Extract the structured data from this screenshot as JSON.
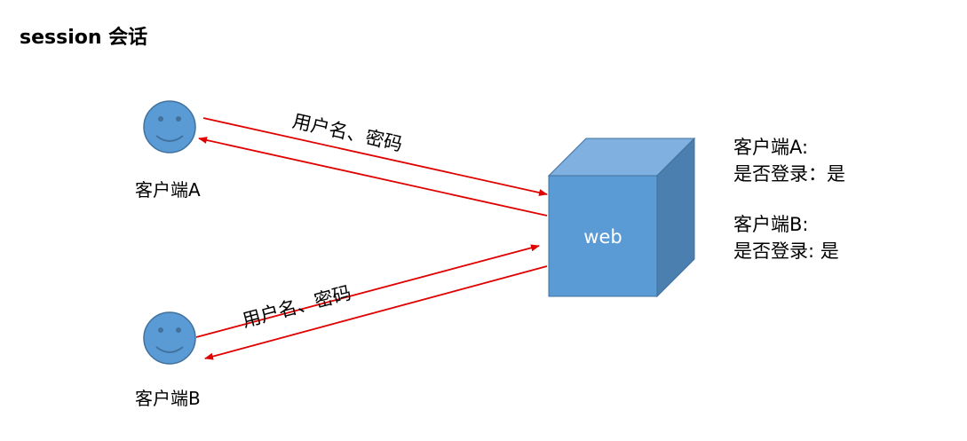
{
  "title": "session 会话",
  "client_a": {
    "label": "客户端A"
  },
  "client_b": {
    "label": "客户端B"
  },
  "server": {
    "label": "web"
  },
  "arrow_labels": {
    "a_request": "用户名、密码",
    "b_request": "用户名、密码"
  },
  "status_a": {
    "client": "客户端A:",
    "logged_in": "是否登录：是"
  },
  "status_b": {
    "client": "客户端B:",
    "logged_in": "是否登录: 是"
  },
  "colors": {
    "smiley_fill": "#5b9bd5",
    "smiley_stroke": "#41719c",
    "cube_front": "#5b9bd5",
    "cube_top": "#7fb0e0",
    "cube_side": "#4a7fb0",
    "arrow": "#e00000"
  }
}
